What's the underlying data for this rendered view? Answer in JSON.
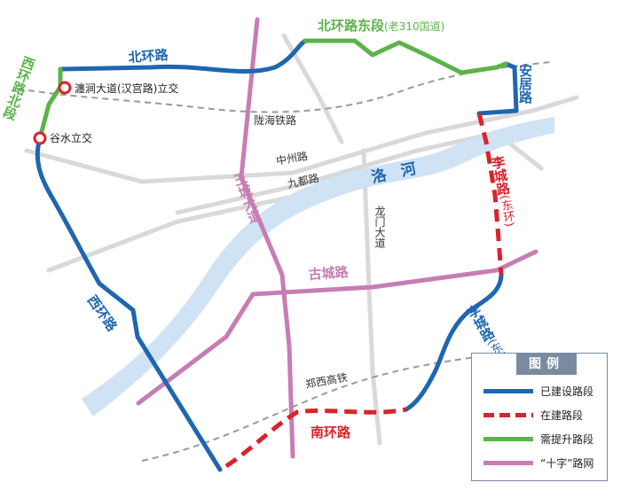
{
  "colors": {
    "built": "#1f66b0",
    "under_construction": "#d9232b",
    "upgrade": "#5cb34a",
    "cross_network": "#c77db3",
    "river": "#cfe3f5",
    "river_label": "#1f66b0",
    "minor_road": "#d9d9d9",
    "railway": "#9a9a9a",
    "legend_frame": "#7a8ba0"
  },
  "roads": {
    "north_ring": "北环路",
    "north_ring_east": "北环路东段",
    "north_ring_east_note": "(老310国道)",
    "anju_road": "安居路",
    "west_ring_north": "西环路北段",
    "west_ring": "西环路",
    "licheng_east_1": "李城路",
    "licheng_east_1_note": "(东环)",
    "licheng_east_2": "李城路",
    "licheng_east_2_note": "(东环)",
    "south_ring": "南环路",
    "wangcheng_avenue": "王城大道",
    "gucheng_road": "古城路",
    "zhongzhou_road": "中州路",
    "jiudu_road": "九都路",
    "longmen_avenue": "龙门大道",
    "longhai_railway": "陇海铁路",
    "zhengxi_hsr": "郑西高铁",
    "river": "洛　河"
  },
  "interchanges": [
    {
      "label": "瀍涧大道(汉宫路)立交"
    },
    {
      "label": "谷水立交"
    }
  ],
  "legend": {
    "title": "图例",
    "items": [
      {
        "label": "已建设路段",
        "style": "built"
      },
      {
        "label": "在建路段",
        "style": "under_construction"
      },
      {
        "label": "需提升路段",
        "style": "upgrade"
      },
      {
        "label": "“十字”路网",
        "style": "cross_network"
      }
    ]
  }
}
